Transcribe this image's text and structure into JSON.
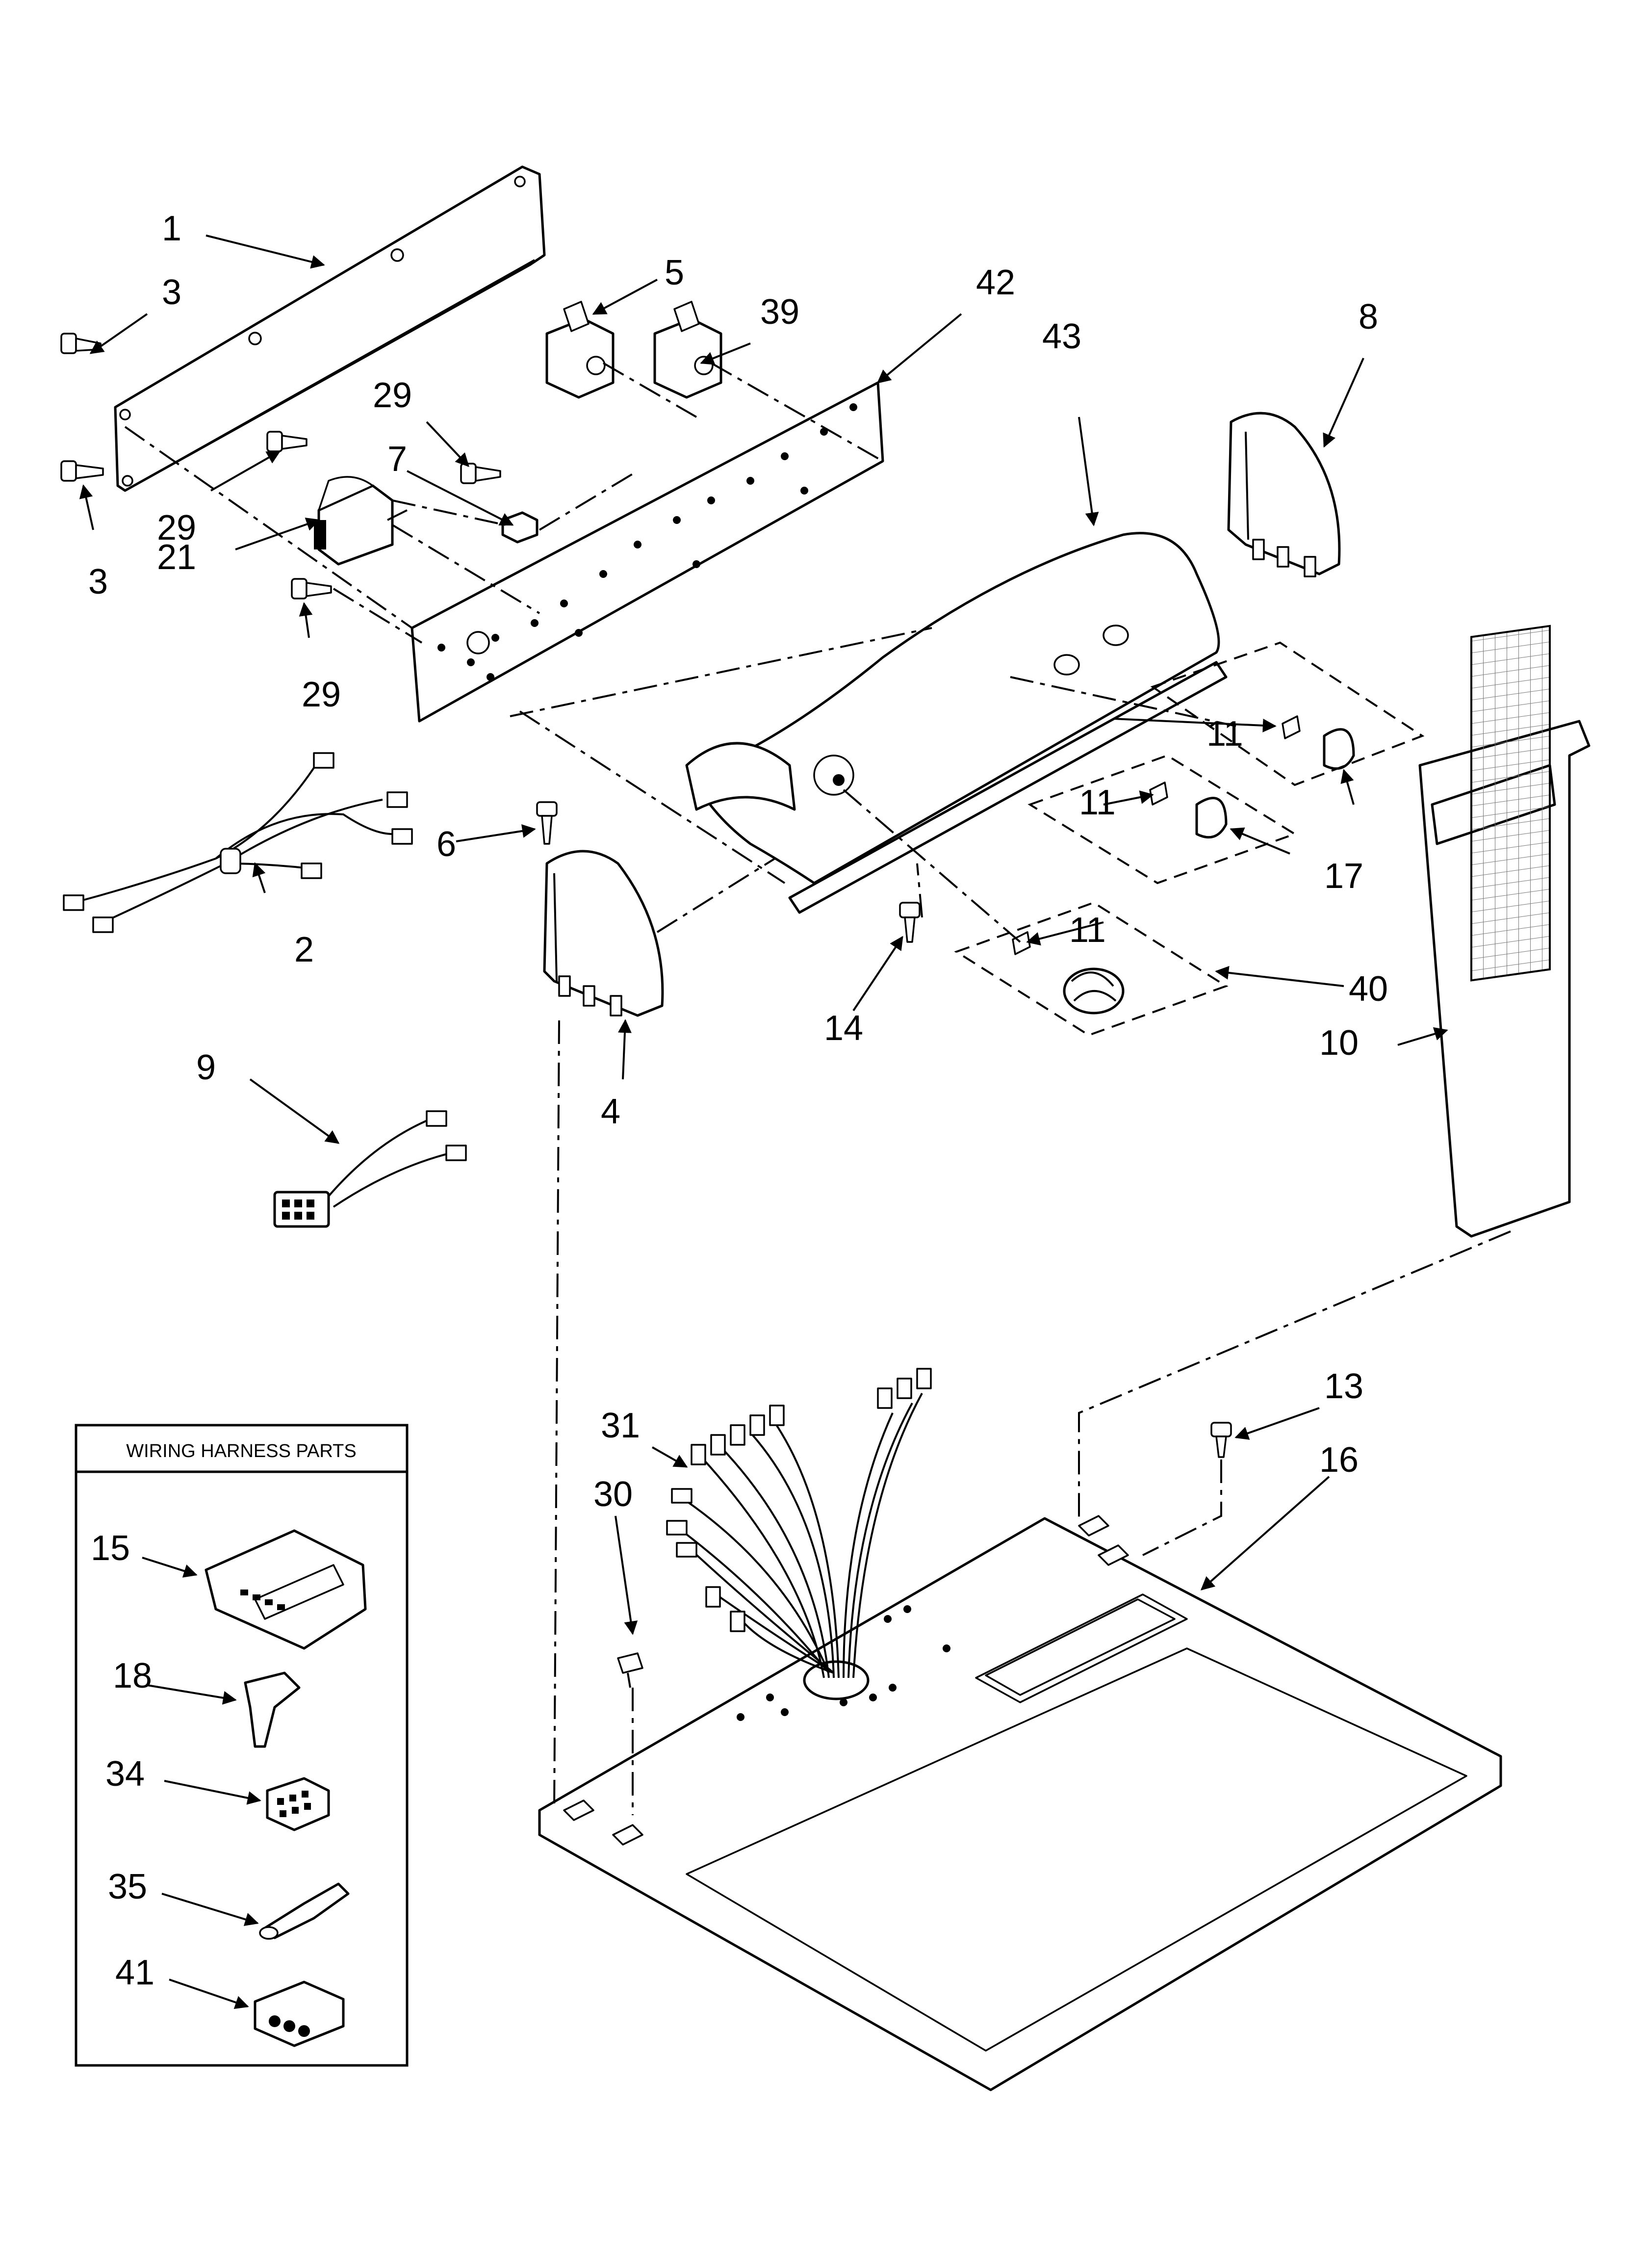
{
  "callouts": {
    "c1": "1",
    "c2": "2",
    "c3a": "3",
    "c3b": "3",
    "c4": "4",
    "c5": "5",
    "c6": "6",
    "c7": "7",
    "c8": "8",
    "c9": "9",
    "c10": "10",
    "c11a": "11",
    "c11b": "11",
    "c11c": "11",
    "c13": "13",
    "c14": "14",
    "c15": "15",
    "c16": "16",
    "c17": "17",
    "c18": "18",
    "c21": "21",
    "c29a": "29",
    "c29b": "29",
    "c29c": "29",
    "c30": "30",
    "c31": "31",
    "c34": "34",
    "c35": "35",
    "c39": "39",
    "c40": "40",
    "c41": "41",
    "c42": "42",
    "c43": "43"
  },
  "inset": {
    "title": "WIRING HARNESS PARTS"
  }
}
